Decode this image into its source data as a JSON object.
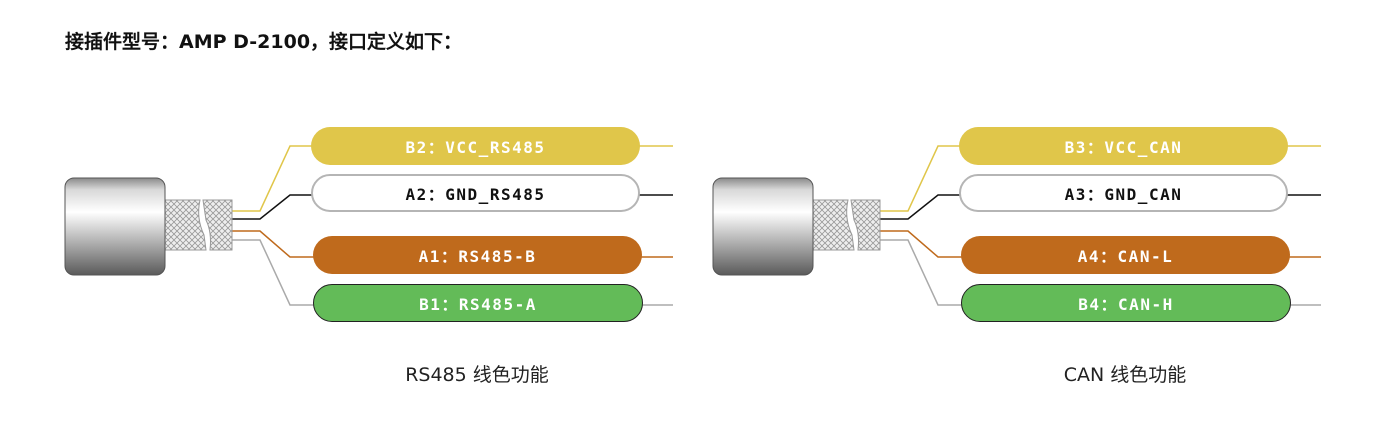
{
  "title": "接插件型号：AMP D-2100，接口定义如下：",
  "colors": {
    "vcc": "#e0c64a",
    "gnd": "#ffffff",
    "orange": "#bf6a1c",
    "green": "#63bb58"
  },
  "diagrams": [
    {
      "caption": "RS485 线色功能",
      "pins": [
        {
          "label": "B2：VCC_RS485"
        },
        {
          "label": "A2：GND_RS485"
        },
        {
          "label": "A1：RS485-B"
        },
        {
          "label": "B1：RS485-A"
        }
      ]
    },
    {
      "caption": "CAN 线色功能",
      "pins": [
        {
          "label": "B3：VCC_CAN"
        },
        {
          "label": "A3：GND_CAN"
        },
        {
          "label": "A4：CAN-L"
        },
        {
          "label": "B4：CAN-H"
        }
      ]
    }
  ]
}
